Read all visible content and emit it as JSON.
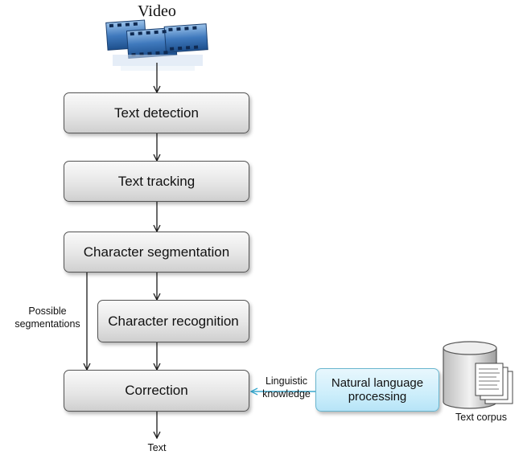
{
  "source": {
    "label": "Video"
  },
  "steps": {
    "detection": "Text detection",
    "tracking": "Text tracking",
    "segmentation": "Character segmentation",
    "recognition": "Character recognition",
    "correction": "Correction"
  },
  "nlp": {
    "label": "Natural language processing",
    "line1": "Natural language",
    "line2": "processing"
  },
  "edge_labels": {
    "possible_segmentations": {
      "line1": "Possible",
      "line2": "segmentations"
    },
    "linguistic_knowledge": {
      "line1": "Linguistic",
      "line2": "knowledge"
    }
  },
  "output": {
    "label": "Text"
  },
  "corpus": {
    "label": "Text corpus"
  },
  "colors": {
    "arrow": "#1a1a1a",
    "nlp_arrow": "#3aa9cf"
  }
}
